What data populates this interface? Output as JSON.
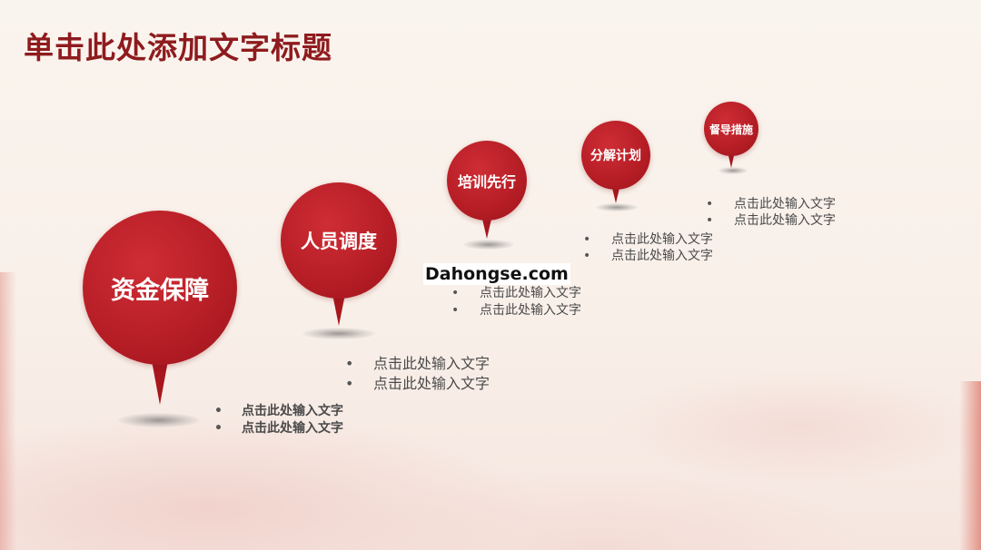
{
  "slide": {
    "title": "单击此处添加文字标题",
    "watermark": "Dahongse.com",
    "accent_color": "#b51d25",
    "title_color": "#8e1b1e"
  },
  "steps": [
    {
      "label": "资金保障",
      "bullets": [
        "点击此处输入文字",
        "点击此处输入文字"
      ]
    },
    {
      "label": "人员调度",
      "bullets": [
        "点击此处输入文字",
        "点击此处输入文字"
      ]
    },
    {
      "label": "培训先行",
      "bullets": [
        "点击此处输入文字",
        "点击此处输入文字"
      ]
    },
    {
      "label": "分解计划",
      "bullets": [
        "点击此处输入文字",
        "点击此处输入文字"
      ]
    },
    {
      "label": "督导措施",
      "bullets": [
        "点击此处输入文字",
        "点击此处输入文字"
      ]
    }
  ]
}
